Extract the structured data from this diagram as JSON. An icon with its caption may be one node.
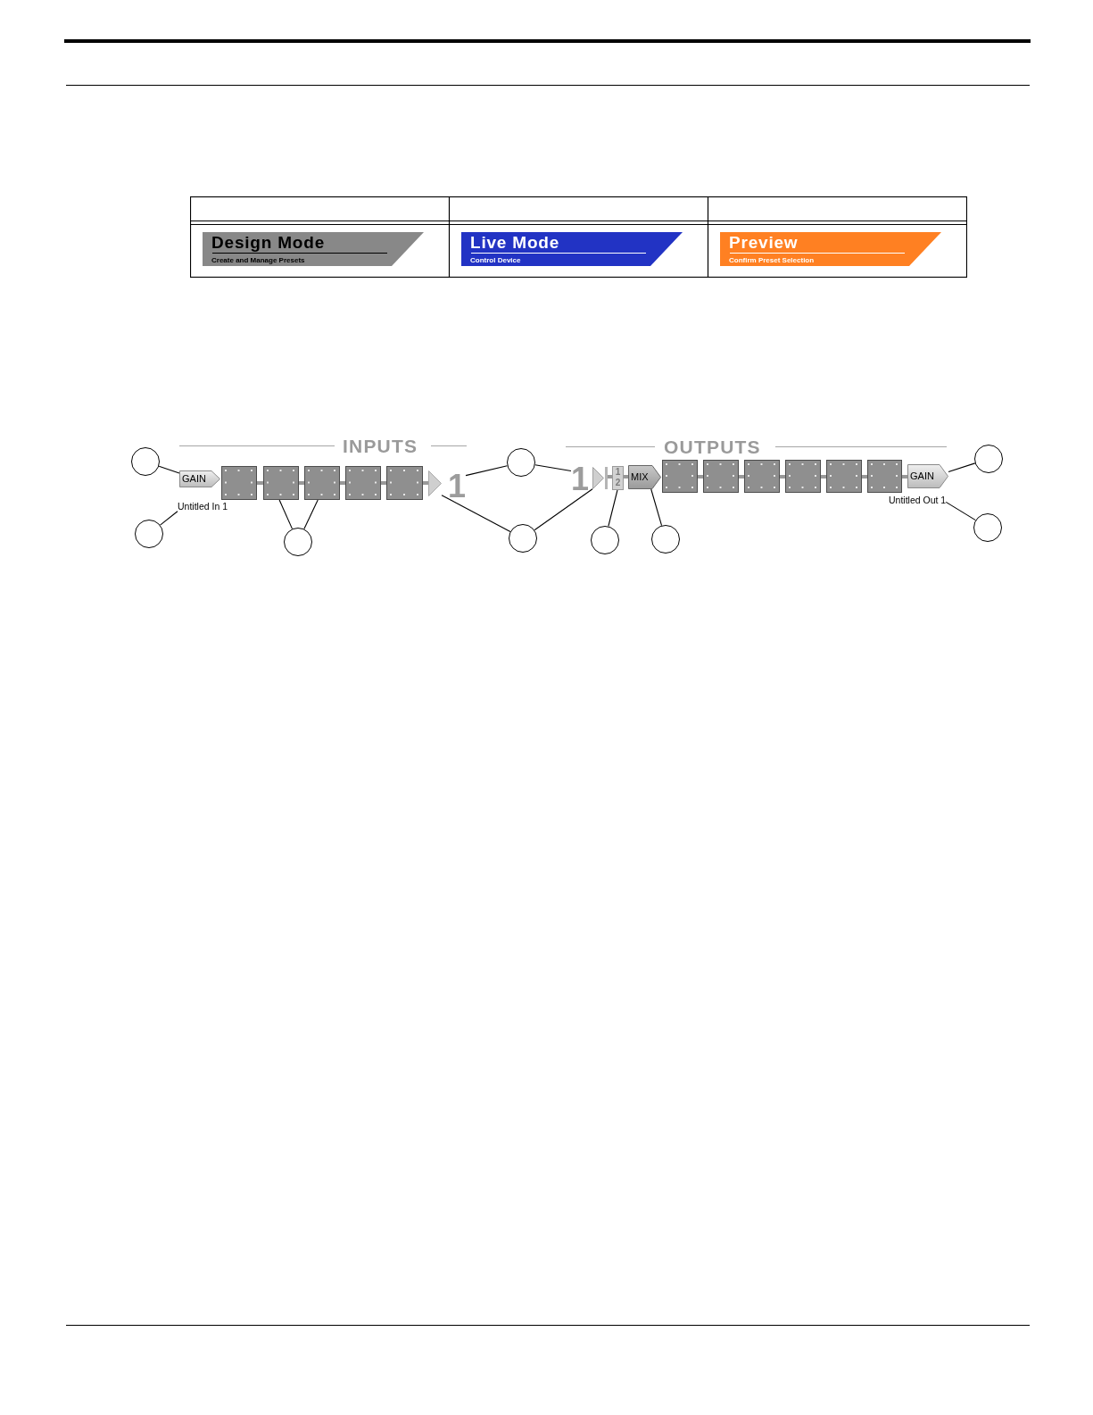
{
  "diagram": {
    "nodes": [
      {
        "text": [
          "Design Mode",
          "Create and Manage Presets"
        ]
      },
      {
        "text": [
          "Live Mode",
          "Control Device"
        ]
      },
      {
        "text": [
          "Preview",
          "Confirm Preset Selection"
        ]
      },
      {
        "text": [],
        "shape": "circle"
      },
      {
        "text": [
          "GAIN"
        ]
      },
      {
        "text": [],
        "shape": "box"
      },
      {
        "text": [],
        "shape": "box"
      },
      {
        "text": [],
        "shape": "box"
      },
      {
        "text": [],
        "shape": "box"
      },
      {
        "text": [],
        "shape": "box"
      },
      {
        "text": [],
        "shape": "triangle"
      },
      {
        "text": [
          "1"
        ]
      },
      {
        "text": [],
        "shape": "circle"
      },
      {
        "text": [
          "1"
        ]
      },
      {
        "text": [],
        "shape": "triangle"
      },
      {
        "text": [
          "1",
          "2"
        ]
      },
      {
        "text": [
          "MIX"
        ]
      },
      {
        "text": [],
        "shape": "box"
      },
      {
        "text": [],
        "shape": "box"
      },
      {
        "text": [],
        "shape": "box"
      },
      {
        "text": [],
        "shape": "box"
      },
      {
        "text": [],
        "shape": "box"
      },
      {
        "text": [],
        "shape": "box"
      },
      {
        "text": [
          "GAIN"
        ]
      },
      {
        "text": [],
        "shape": "circle"
      },
      {
        "text": [
          "Untitled In 1"
        ]
      },
      {
        "text": [
          "Untitled Out 1"
        ]
      },
      {
        "text": [],
        "shape": "circle"
      },
      {
        "text": [],
        "shape": "circle"
      },
      {
        "text": [],
        "shape": "circle"
      },
      {
        "text": [],
        "shape": "circle"
      },
      {
        "text": [],
        "shape": "circle"
      },
      {
        "text": [],
        "shape": "circle"
      }
    ],
    "edges": [
      {
        "from": 5,
        "to": 6,
        "arrow": "none",
        "color": "#999999"
      },
      {
        "from": 6,
        "to": 7,
        "arrow": "none",
        "color": "#999999"
      },
      {
        "from": 7,
        "to": 8,
        "arrow": "none",
        "color": "#999999"
      },
      {
        "from": 8,
        "to": 9,
        "arrow": "none",
        "color": "#999999"
      },
      {
        "from": 9,
        "to": 10,
        "arrow": "none",
        "color": "#999999"
      },
      {
        "from": 14,
        "to": 15,
        "arrow": "none",
        "color": "#999999"
      },
      {
        "from": 15,
        "to": 16,
        "arrow": "none",
        "color": "#999999"
      },
      {
        "from": 17,
        "to": 18,
        "arrow": "none",
        "color": "#999999"
      },
      {
        "from": 18,
        "to": 19,
        "arrow": "none",
        "color": "#999999"
      },
      {
        "from": 19,
        "to": 20,
        "arrow": "none",
        "color": "#999999"
      },
      {
        "from": 20,
        "to": 21,
        "arrow": "none",
        "color": "#999999"
      },
      {
        "from": 21,
        "to": 22,
        "arrow": "none",
        "color": "#999999"
      },
      {
        "from": 22,
        "to": 23,
        "arrow": "none",
        "color": "#999999"
      },
      {
        "from": 3,
        "to": 4,
        "arrow": "none",
        "color": "#000000"
      },
      {
        "from": 12,
        "to": 11,
        "arrow": "none",
        "color": "#000000"
      },
      {
        "from": 12,
        "to": 13,
        "arrow": "none",
        "color": "#000000"
      },
      {
        "from": 24,
        "to": 23,
        "arrow": "none",
        "color": "#000000"
      },
      {
        "from": 27,
        "to": 25,
        "arrow": "none",
        "color": "#000000"
      },
      {
        "from": 28,
        "to": 6,
        "arrow": "none",
        "color": "#000000"
      },
      {
        "from": 28,
        "to": 7,
        "arrow": "none",
        "color": "#000000"
      },
      {
        "from": 29,
        "to": 10,
        "arrow": "none",
        "color": "#000000"
      },
      {
        "from": 29,
        "to": 14,
        "arrow": "none",
        "color": "#000000"
      },
      {
        "from": 30,
        "to": 15,
        "arrow": "none",
        "color": "#000000"
      },
      {
        "from": 31,
        "to": 16,
        "arrow": "none",
        "color": "#000000"
      },
      {
        "from": 32,
        "to": 26,
        "arrow": "none",
        "color": "#000000"
      }
    ],
    "labels": [
      "INPUTS",
      "OUTPUTS"
    ]
  }
}
